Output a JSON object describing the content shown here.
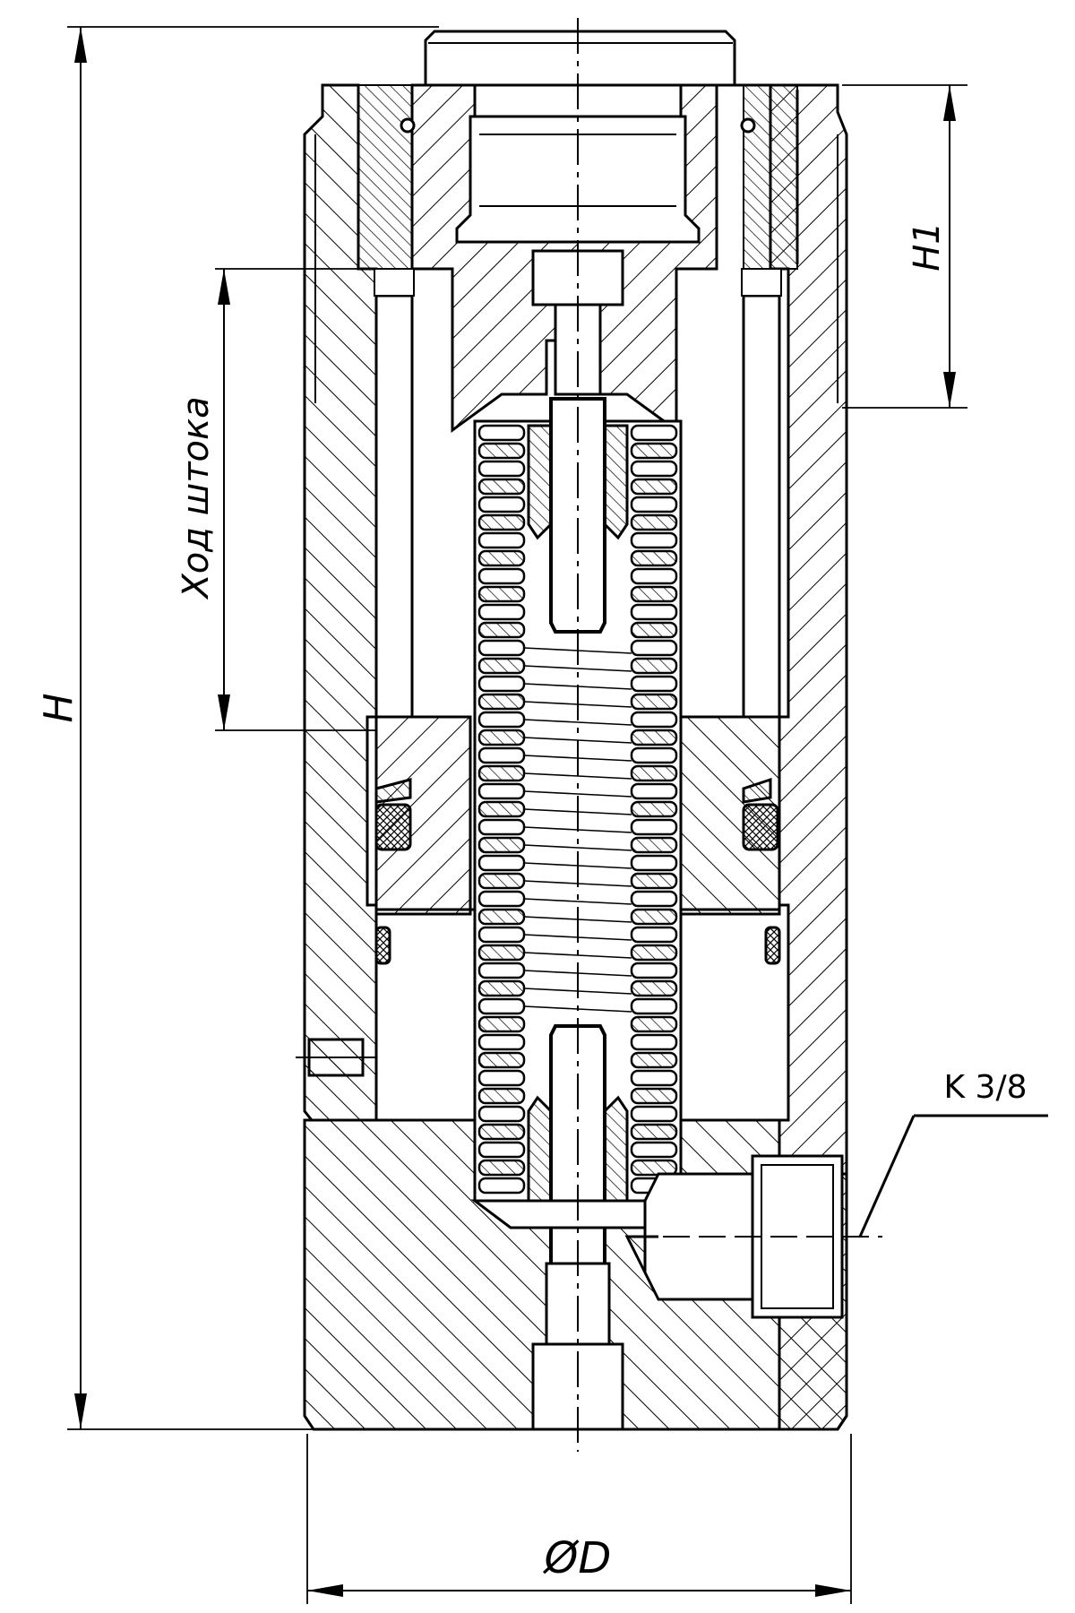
{
  "labels": {
    "overall_height": "H",
    "top_height": "H1",
    "stroke": "Ход штока",
    "diameter": "ØD",
    "port": "K 3/8"
  },
  "colors": {
    "line": "#000000",
    "background": "#ffffff"
  }
}
